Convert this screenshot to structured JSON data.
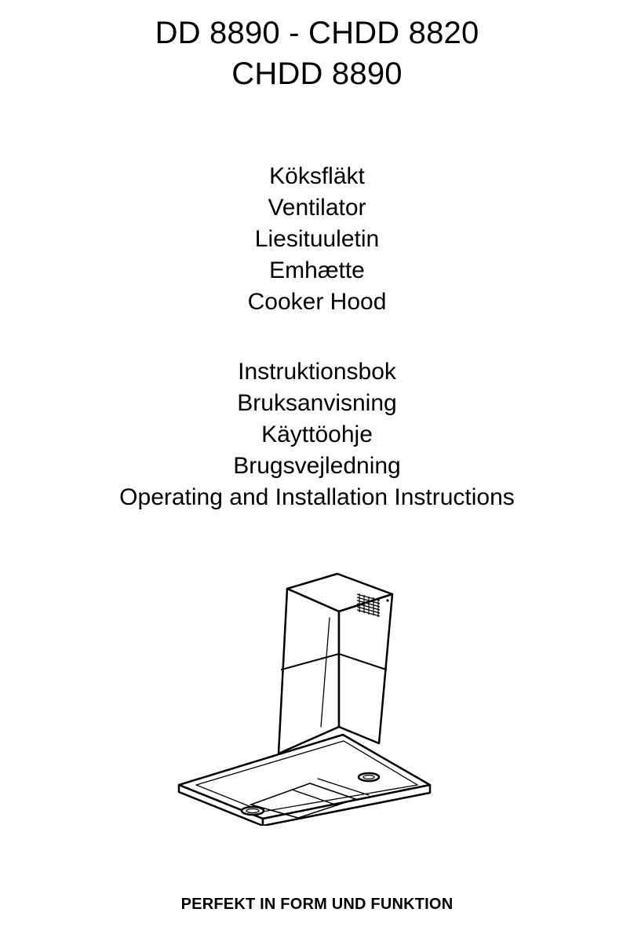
{
  "header": {
    "model_line_1": "DD 8890 - CHDD 8820",
    "model_line_2": "CHDD 8890"
  },
  "product_names": [
    "Köksfläkt",
    "Ventilator",
    "Liesituuletin",
    "Emhætte",
    "Cooker Hood"
  ],
  "manual_titles": [
    "Instruktionsbok",
    "Bruksanvisning",
    "Käyttöohje",
    "Brugsvejledning",
    "Operating and Installation Instructions"
  ],
  "illustration": {
    "icon": "cooker-hood-illustration"
  },
  "footer": {
    "tagline": "PERFEKT IN FORM UND FUNKTION"
  },
  "colors": {
    "text": "#000000",
    "background": "#ffffff"
  }
}
